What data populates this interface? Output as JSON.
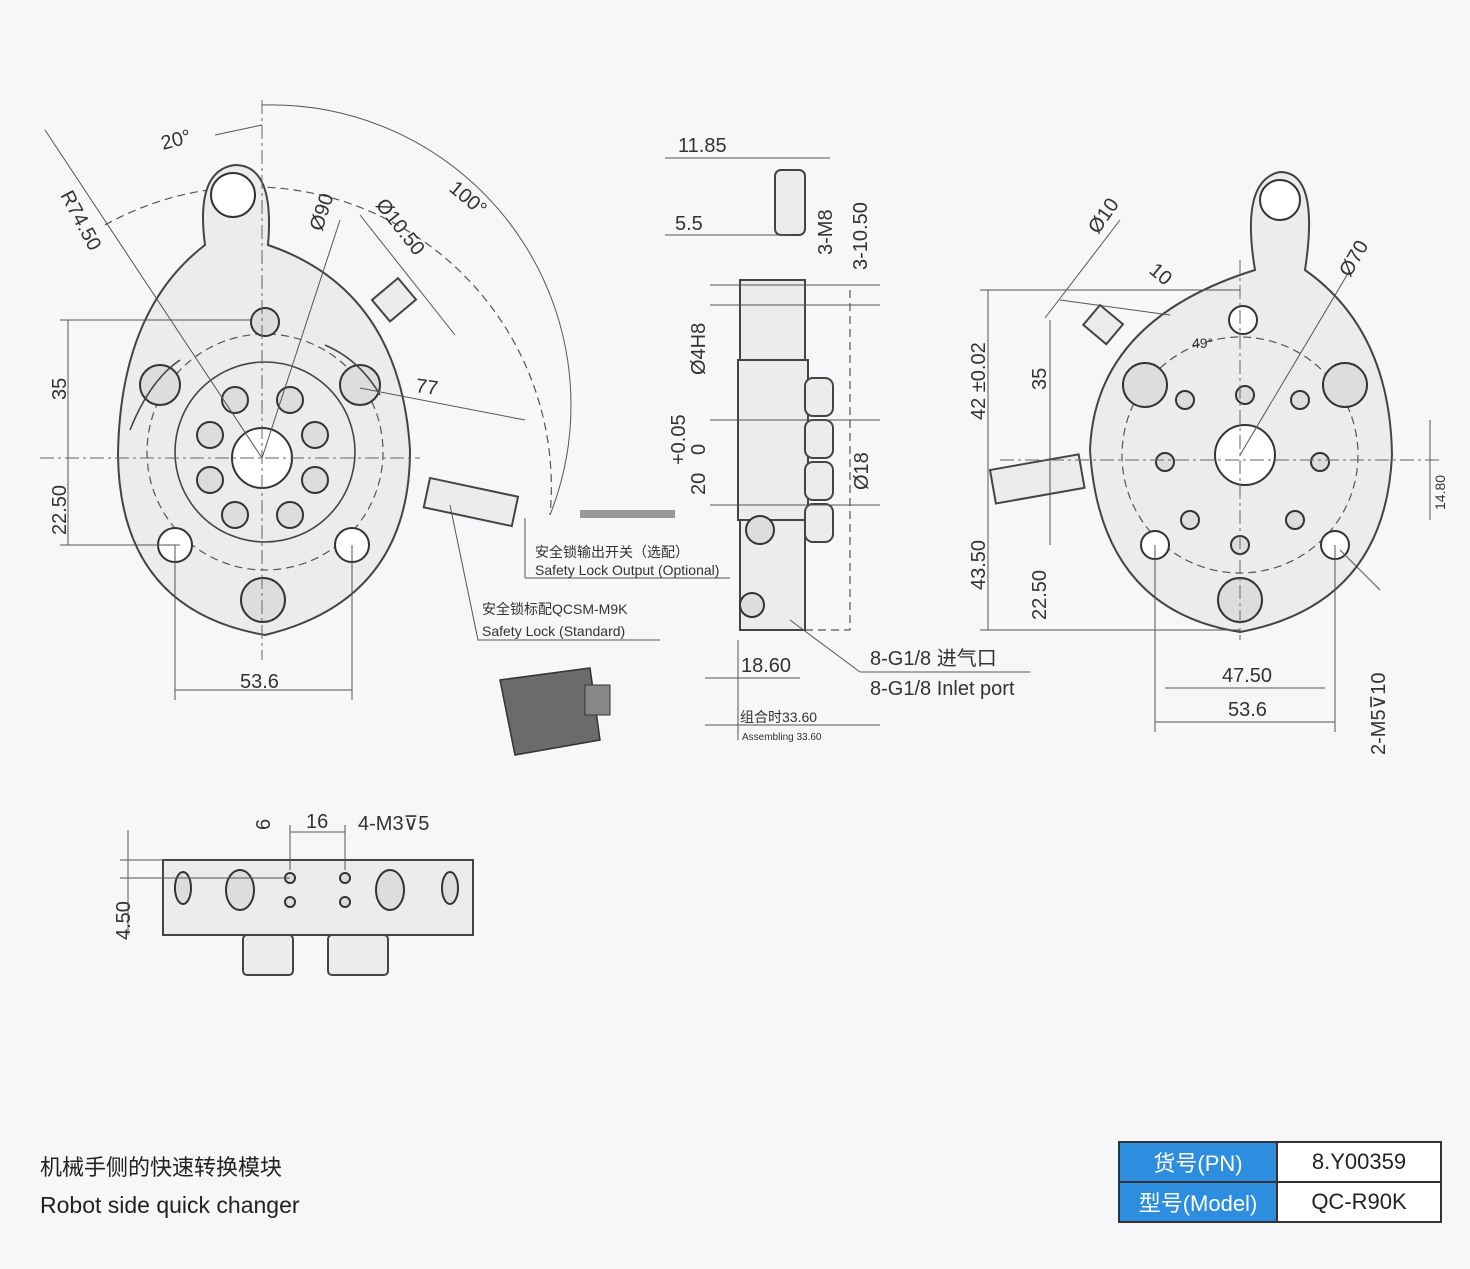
{
  "front_view": {
    "radius_label": "R74.50",
    "angle_20": "20°",
    "angle_100": "100°",
    "dia_90": "Ø90",
    "dia_10_50": "Ø10.50",
    "dim_77": "77",
    "dim_35": "35",
    "dim_22_50": "22.50",
    "dim_53_6": "53.6"
  },
  "callouts": {
    "output_cn": "安全锁输出开关（选配）",
    "output_en": "Safety Lock Output (Optional)",
    "standard_cn": "安全锁标配QCSM-M9K",
    "standard_en": "Safety Lock (Standard)"
  },
  "side_view": {
    "dim_11_85": "11.85",
    "dim_5_5": "5.5",
    "dim_3_m8": "3-M8",
    "dim_3_10_50": "3-10.50",
    "dim_4h8": "Ø4H8",
    "tol_plus": "+0.05",
    "tol_zero": "0",
    "dim_20": "20",
    "dim_18": "Ø18",
    "dim_18_60": "18.60",
    "assembly_cn": "组合时33.60",
    "assembly_en": "Assembling 33.60",
    "inlet_cn": "8-G1/8 进气口",
    "inlet_en": "8-G1/8 Inlet port"
  },
  "rear_view": {
    "dia_10": "Ø10",
    "dim_10": "10",
    "angle_49": "49°",
    "dia_70": "Ø70",
    "dim_42": "42 ±0.02",
    "dim_35": "35",
    "dim_43_50": "43.50",
    "dim_22_50": "22.50",
    "dim_14_80": "14.80",
    "dim_47_50": "47.50",
    "dim_53_6": "53.6",
    "thread": "2-M5⊽10"
  },
  "bottom_view": {
    "dim_6": "6",
    "dim_16": "16",
    "thread": "4-M3⊽5",
    "dim_4_50": "4.50"
  },
  "caption": {
    "cn": "机械手侧的快速转换模块",
    "en": "Robot side quick changer"
  },
  "info_table": {
    "pn_label": "货号(PN)",
    "pn_value": "8.Y00359",
    "model_label": "型号(Model)",
    "model_value": "QC-R90K"
  },
  "colors": {
    "label_bg": "#2d8ee0",
    "line": "#444444",
    "background": "#f7f7f9"
  }
}
